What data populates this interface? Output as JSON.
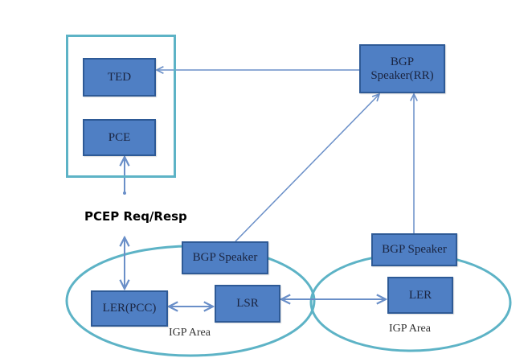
{
  "diagram": {
    "nodes": {
      "ted": "TED",
      "pce": "PCE",
      "bgp_rr_line1": "BGP",
      "bgp_rr_line2": "Speaker(RR)",
      "bgp_left": "BGP Speaker",
      "ler_pcc": "LER(PCC)",
      "lsr": "LSR",
      "bgp_right": "BGP Speaker",
      "ler_right": "LER"
    },
    "labels": {
      "pcep": "PCEP Req/Resp",
      "igp_area_left": "IGP Area",
      "igp_area_right": "IGP Area"
    },
    "colors": {
      "node_fill": "#4f7fc4",
      "node_border": "#2e5a96",
      "area_outline": "#5db3c6",
      "connector": "#6a8fc8"
    },
    "edges": [
      {
        "from": "BGP Speaker(RR)",
        "to": "TED",
        "arrow": "to"
      },
      {
        "from": "PCE",
        "to": "LER(PCC)",
        "arrow": "both",
        "label": "PCEP Req/Resp"
      },
      {
        "from": "BGP Speaker (left)",
        "to": "BGP Speaker(RR)",
        "arrow": "to"
      },
      {
        "from": "BGP Speaker (right)",
        "to": "BGP Speaker(RR)",
        "arrow": "to"
      },
      {
        "from": "LER(PCC)",
        "to": "LSR",
        "arrow": "both"
      },
      {
        "from": "LSR",
        "to": "LER",
        "arrow": "both"
      }
    ]
  }
}
